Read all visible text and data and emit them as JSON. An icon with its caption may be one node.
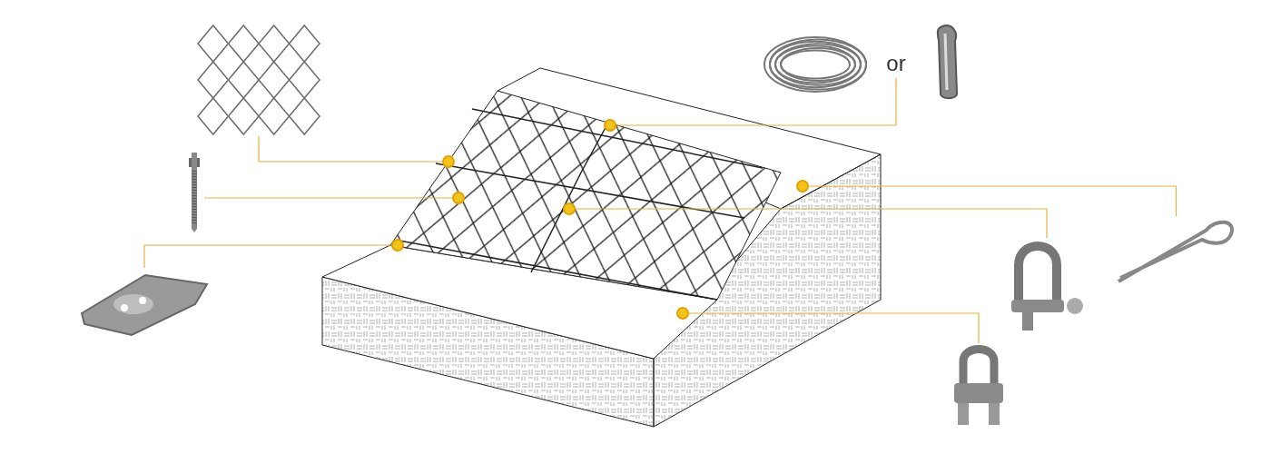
{
  "diagram": {
    "nodes": [
      {
        "text": [],
        "shape": "picture"
      },
      {
        "text": [],
        "shape": "picture"
      },
      {
        "text": [
          "or"
        ]
      },
      {
        "text": [],
        "shape": "picture"
      },
      {
        "text": [],
        "shape": "picture"
      },
      {
        "text": [],
        "shape": "picture"
      },
      {
        "text": [],
        "shape": "circle",
        "in": 5
      },
      {
        "text": [],
        "shape": "circle",
        "in": 5
      },
      {
        "text": [],
        "shape": "circle",
        "in": 5
      },
      {
        "text": [],
        "shape": "circle",
        "in": 5
      },
      {
        "text": [],
        "shape": "circle",
        "in": 5
      },
      {
        "text": [],
        "shape": "circle",
        "in": 5
      },
      {
        "text": [],
        "shape": "circle",
        "in": 5
      },
      {
        "text": [],
        "shape": "picture"
      },
      {
        "text": [],
        "shape": "picture"
      },
      {
        "text": [],
        "shape": "picture"
      },
      {
        "text": [],
        "shape": "picture"
      }
    ],
    "edges": [
      {
        "from": 0,
        "to": 7,
        "arrow": "none"
      },
      {
        "from": 2,
        "to": 6,
        "arrow": "none"
      },
      {
        "from": 4,
        "to": 9,
        "arrow": "none"
      },
      {
        "from": 15,
        "to": 11,
        "arrow": "none"
      },
      {
        "from": 13,
        "to": 8,
        "arrow": "none"
      },
      {
        "from": 14,
        "to": 10,
        "arrow": "none"
      },
      {
        "from": 16,
        "to": 12,
        "arrow": "none"
      }
    ]
  }
}
